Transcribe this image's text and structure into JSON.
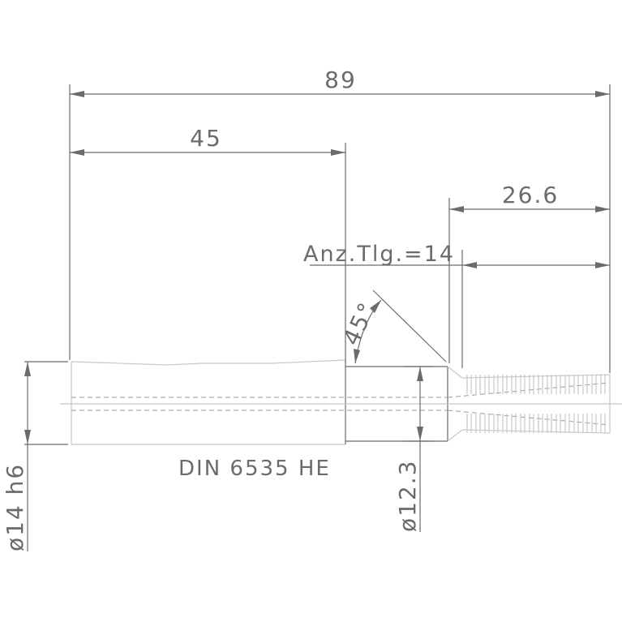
{
  "drawing": {
    "dimensions": {
      "overall_length": "89",
      "shank_length": "45",
      "thread_length": "26.6",
      "teeth_count": "Anz.Tlg.=14",
      "chamfer_angle": "45°",
      "shank_diameter": "ø14 h6",
      "neck_diameter": "ø12.3"
    },
    "shank_standard": "DIN 6535 HE"
  }
}
